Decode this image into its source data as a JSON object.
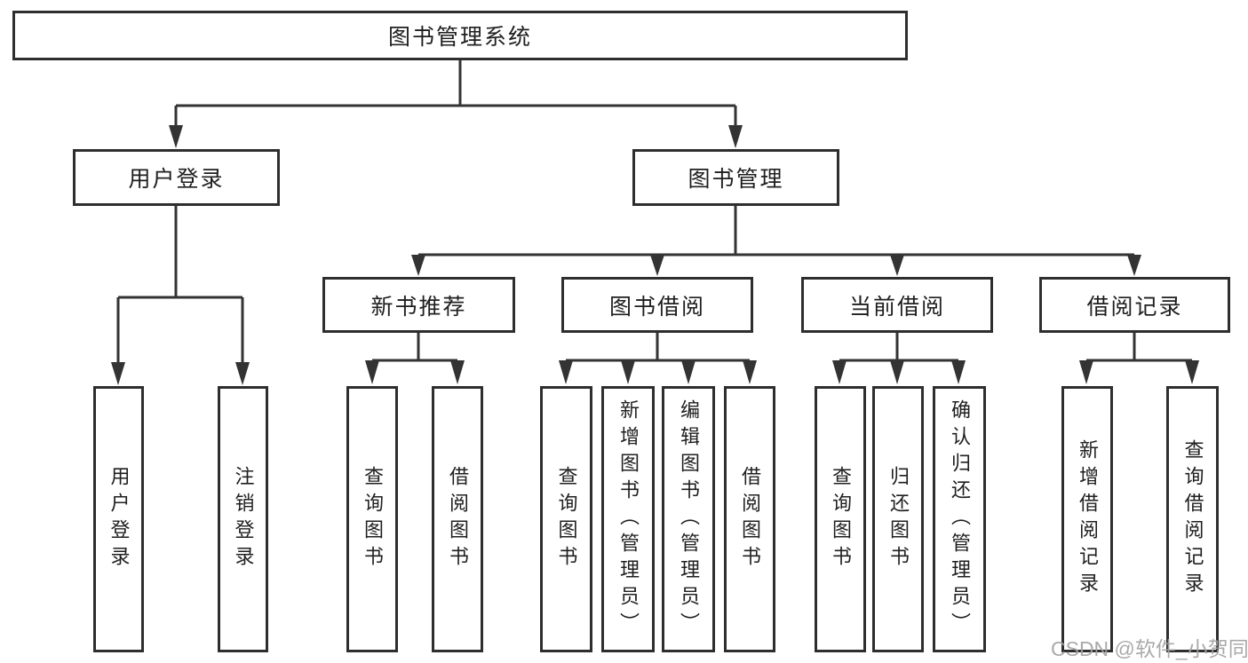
{
  "colors": {
    "line": "#333333",
    "border": "#2e2e2e",
    "text": "#1f1f1f",
    "background": "#ffffff",
    "watermark": "#a3a3a3"
  },
  "watermark": {
    "text": "CSDN @软件_小贺同学"
  },
  "tree": {
    "label": "图书管理系统",
    "children": [
      {
        "label": "用户登录",
        "children": [
          {
            "label": "用户登录"
          },
          {
            "label": "注销登录"
          }
        ]
      },
      {
        "label": "图书管理",
        "children": [
          {
            "label": "新书推荐",
            "children": [
              {
                "label": "查询图书"
              },
              {
                "label": "借阅图书"
              }
            ]
          },
          {
            "label": "图书借阅",
            "children": [
              {
                "label": "查询图书"
              },
              {
                "label": "新增图书（管理员）"
              },
              {
                "label": "编辑图书（管理员）"
              },
              {
                "label": "借阅图书"
              }
            ]
          },
          {
            "label": "当前借阅",
            "children": [
              {
                "label": "查询图书"
              },
              {
                "label": "归还图书"
              },
              {
                "label": "确认归还（管理员）"
              }
            ]
          },
          {
            "label": "借阅记录",
            "children": [
              {
                "label": "新增借阅记录"
              },
              {
                "label": "查询借阅记录"
              }
            ]
          }
        ]
      }
    ]
  }
}
